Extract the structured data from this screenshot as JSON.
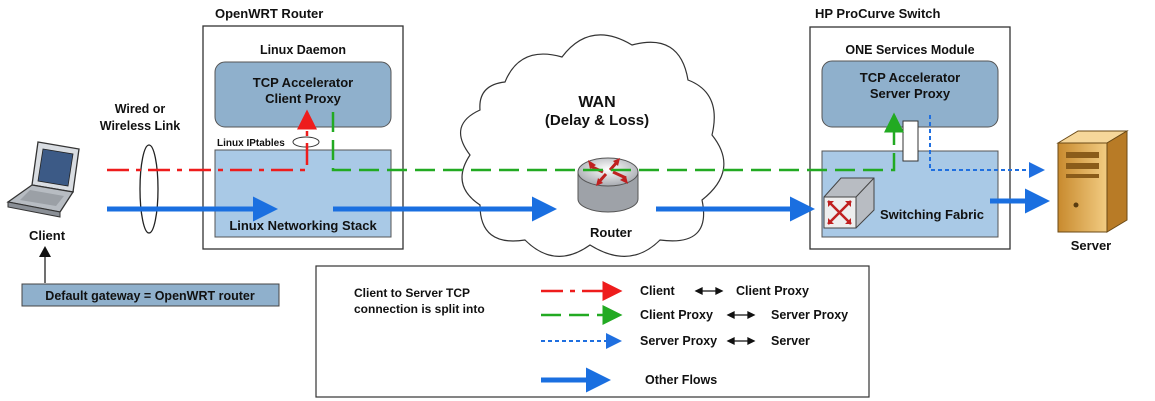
{
  "colors": {
    "client_proxy_flow": "#ee1c1c",
    "proxy_proxy_flow": "#22aa22",
    "proxy_server_flow": "#1f6fe0",
    "other_flow": "#1a6fe0",
    "proxy_box": "#8fb0cc",
    "stack_box": "#a9c9e6",
    "gateway_box": "#8fb0cc"
  },
  "openwrt": {
    "title": "OpenWRT Router",
    "daemon_label": "Linux Daemon",
    "proxy_line1": "TCP Accelerator",
    "proxy_line2": "Client Proxy",
    "iptables_label": "Linux IPtables",
    "stack_label": "Linux Networking Stack"
  },
  "hp_switch": {
    "title": "HP ProCurve Switch",
    "module_label": "ONE Services Module",
    "proxy_line1": "TCP Accelerator",
    "proxy_line2": "Server Proxy",
    "fabric_label": "Switching Fabric"
  },
  "link": {
    "line1": "Wired or",
    "line2": "Wireless Link"
  },
  "wan": {
    "line1": "WAN",
    "line2": "(Delay & Loss)",
    "router_label": "Router"
  },
  "client": {
    "label": "Client",
    "gateway_note": "Default gateway = OpenWRT router"
  },
  "server": {
    "label": "Server"
  },
  "legend": {
    "intro_line1": "Client to Server TCP",
    "intro_line2": "connection is split into",
    "rows": [
      {
        "left": "Client",
        "right": "Client Proxy"
      },
      {
        "left": "Client Proxy",
        "right": "Server Proxy"
      },
      {
        "left": "Server Proxy",
        "right": "Server"
      },
      {
        "left": "Other Flows",
        "right": ""
      }
    ]
  }
}
